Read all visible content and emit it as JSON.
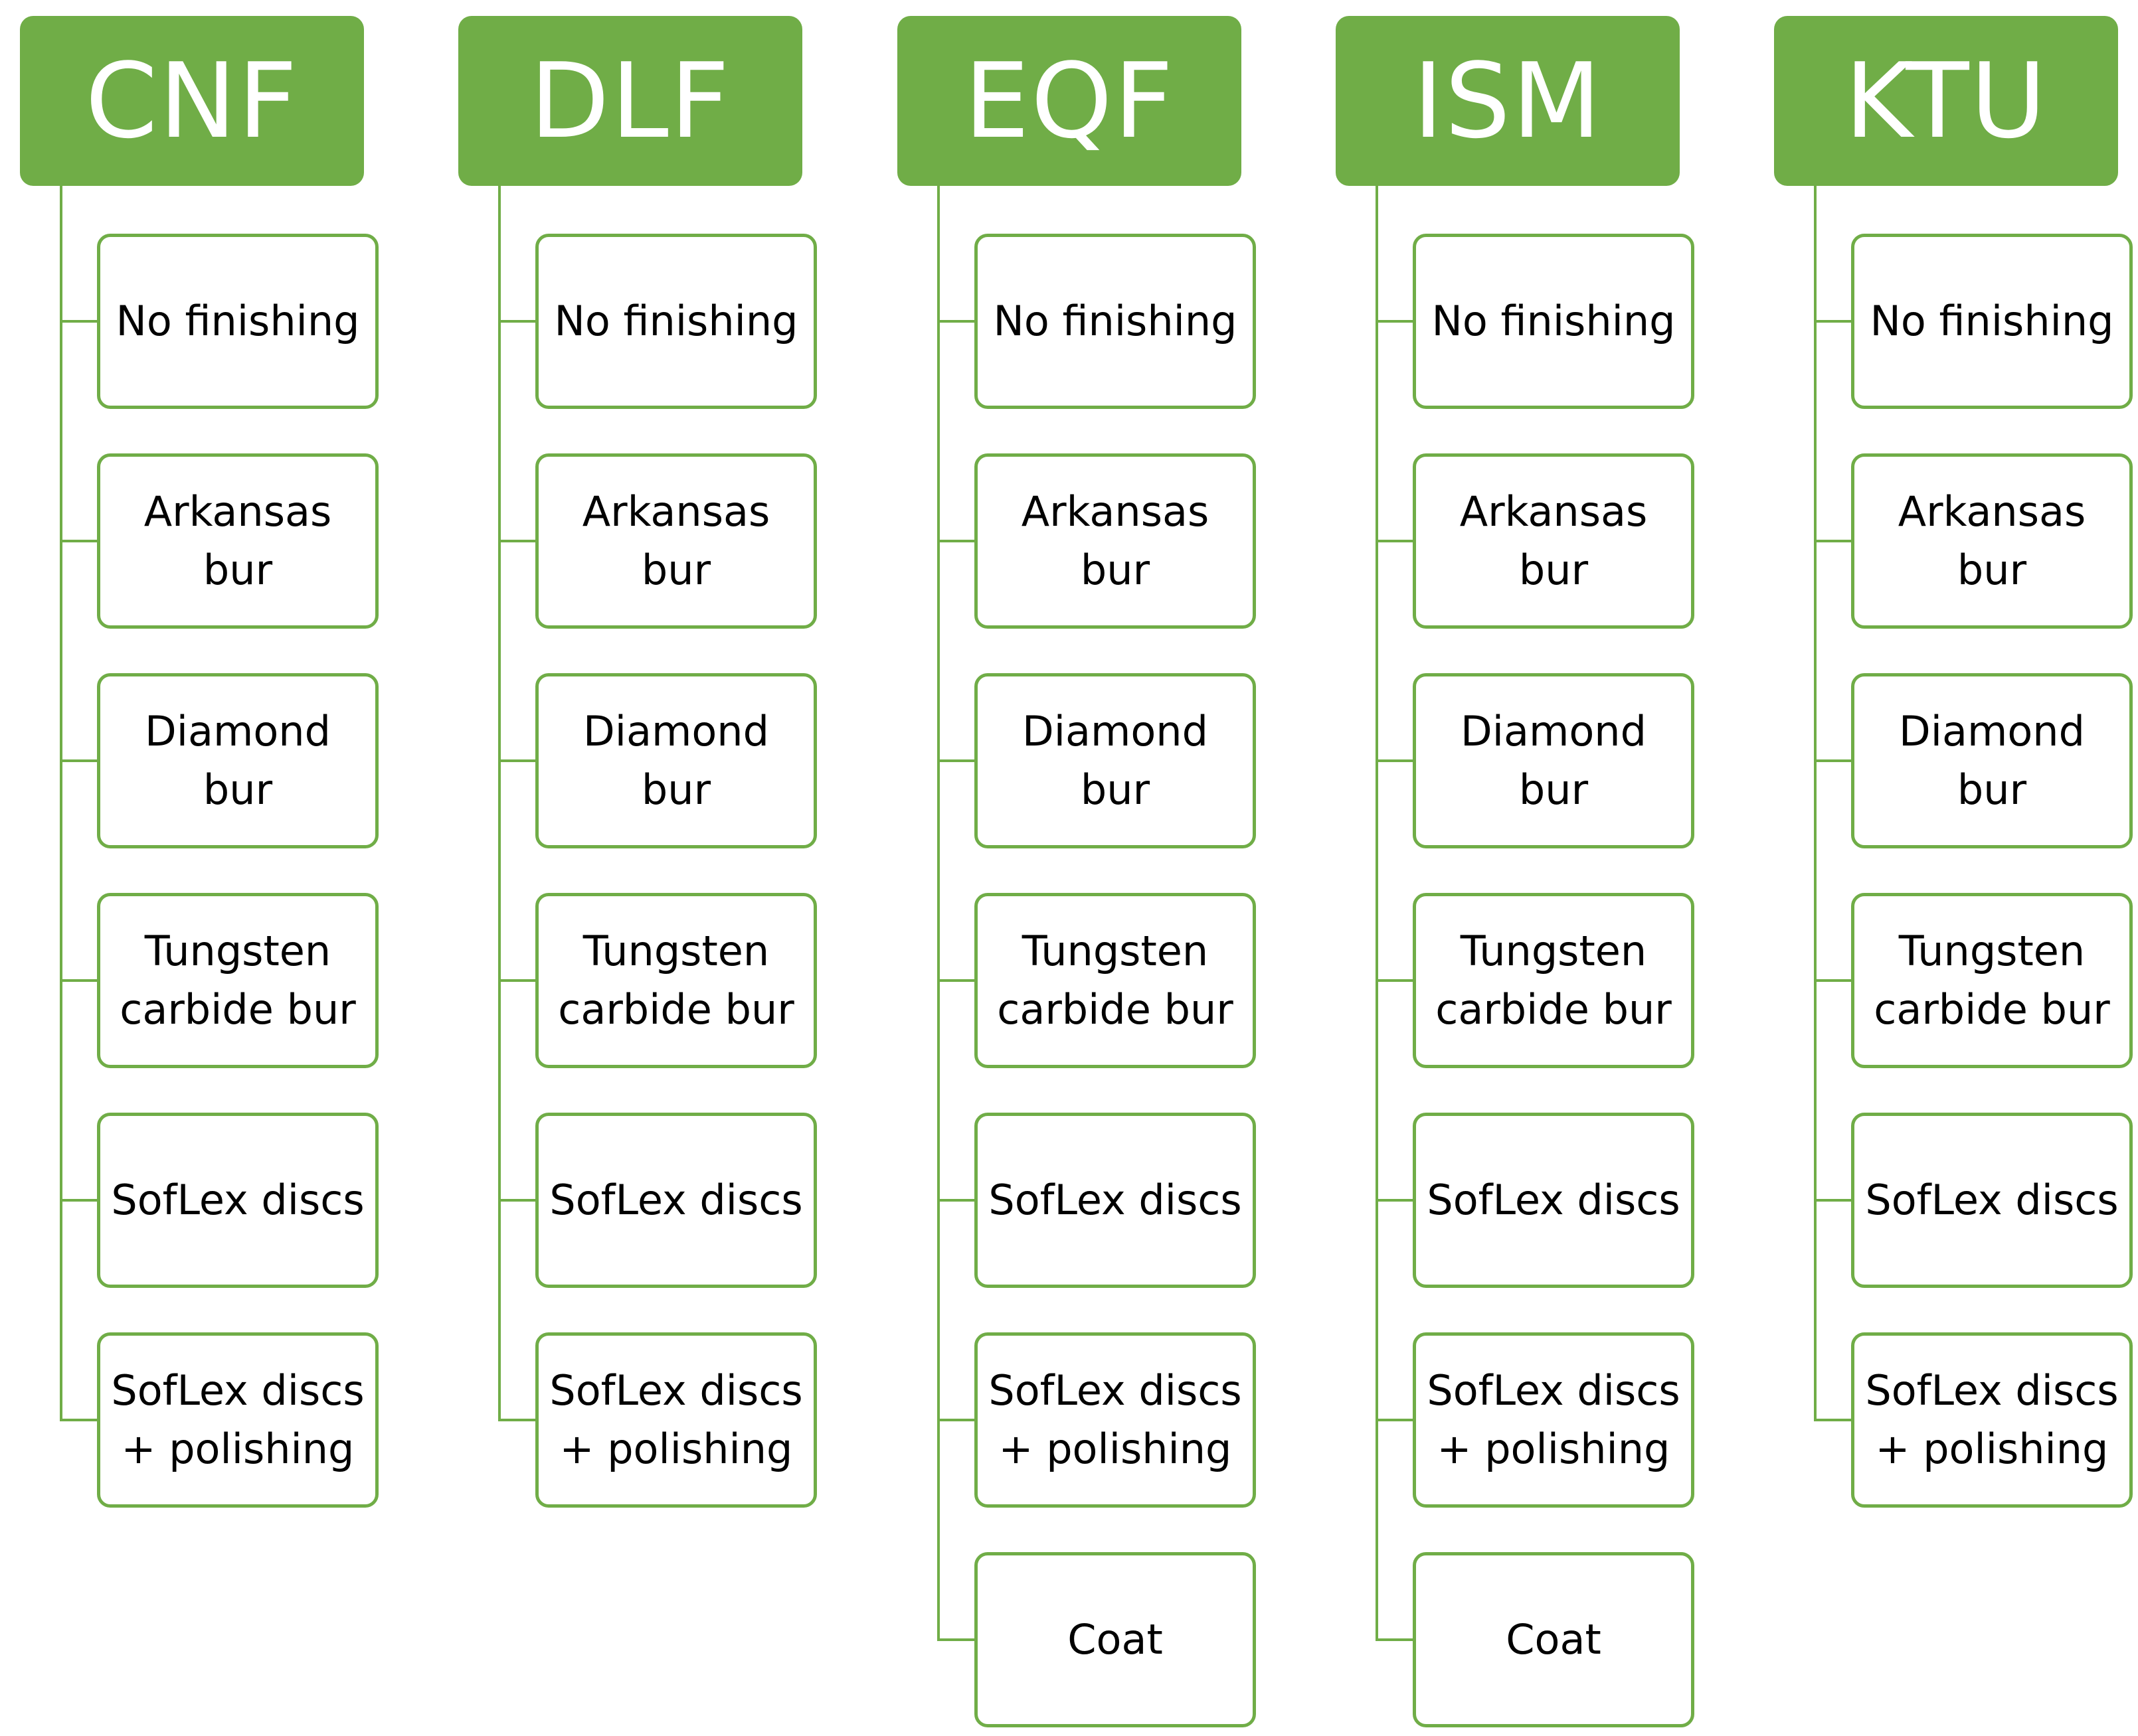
{
  "colors": {
    "accent": "#70ad47",
    "header_text": "#ffffff",
    "item_text": "#000000",
    "item_background": "#ffffff"
  },
  "columns": [
    {
      "title": "CNF",
      "items": [
        "No finishing",
        "Arkansas\nbur",
        "Diamond\nbur",
        "Tungsten\ncarbide bur",
        "SofLex discs",
        "SofLex discs\n+ polishing"
      ]
    },
    {
      "title": "DLF",
      "items": [
        "No finishing",
        "Arkansas\nbur",
        "Diamond\nbur",
        "Tungsten\ncarbide bur",
        "SofLex discs",
        "SofLex discs\n+ polishing"
      ]
    },
    {
      "title": "EQF",
      "items": [
        "No finishing",
        "Arkansas\nbur",
        "Diamond\nbur",
        "Tungsten\ncarbide bur",
        "SofLex discs",
        "SofLex discs\n+ polishing",
        "Coat"
      ]
    },
    {
      "title": "ISM",
      "items": [
        "No finishing",
        "Arkansas\nbur",
        "Diamond\nbur",
        "Tungsten\ncarbide bur",
        "SofLex discs",
        "SofLex discs\n+ polishing",
        "Coat"
      ]
    },
    {
      "title": "KTU",
      "items": [
        "No finishing",
        "Arkansas\nbur",
        "Diamond\nbur",
        "Tungsten\ncarbide bur",
        "SofLex discs",
        "SofLex discs\n+ polishing"
      ]
    }
  ]
}
